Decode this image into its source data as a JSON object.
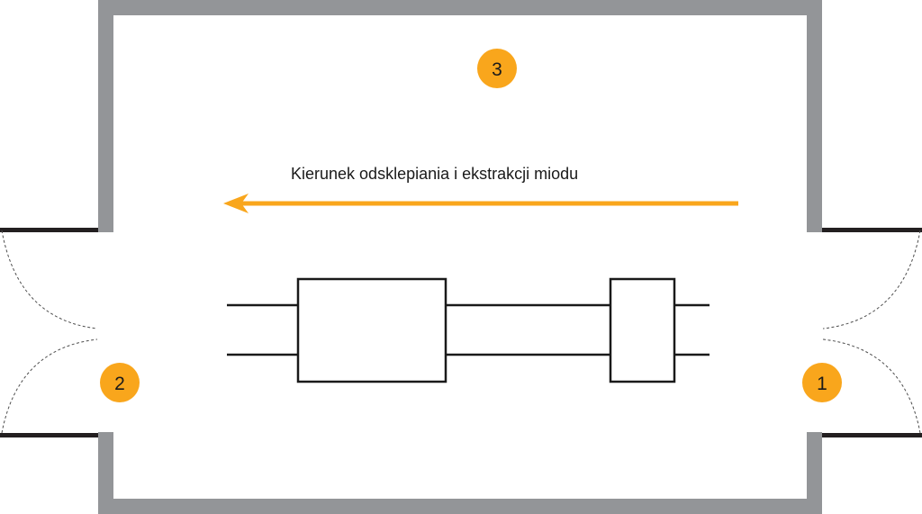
{
  "diagram": {
    "direction_label": "Kierunek odsklepiania i ekstrakcji miodu",
    "markers": [
      {
        "id": "marker-1",
        "label": "1"
      },
      {
        "id": "marker-2",
        "label": "2"
      },
      {
        "id": "marker-3",
        "label": "3"
      }
    ]
  },
  "colors": {
    "wall": "#939598",
    "accent": "#F9A61C",
    "line": "#1a1a1a",
    "door_frame": "#231f20"
  },
  "icons": [
    "arrow-left-icon",
    "door-swing-icon"
  ]
}
